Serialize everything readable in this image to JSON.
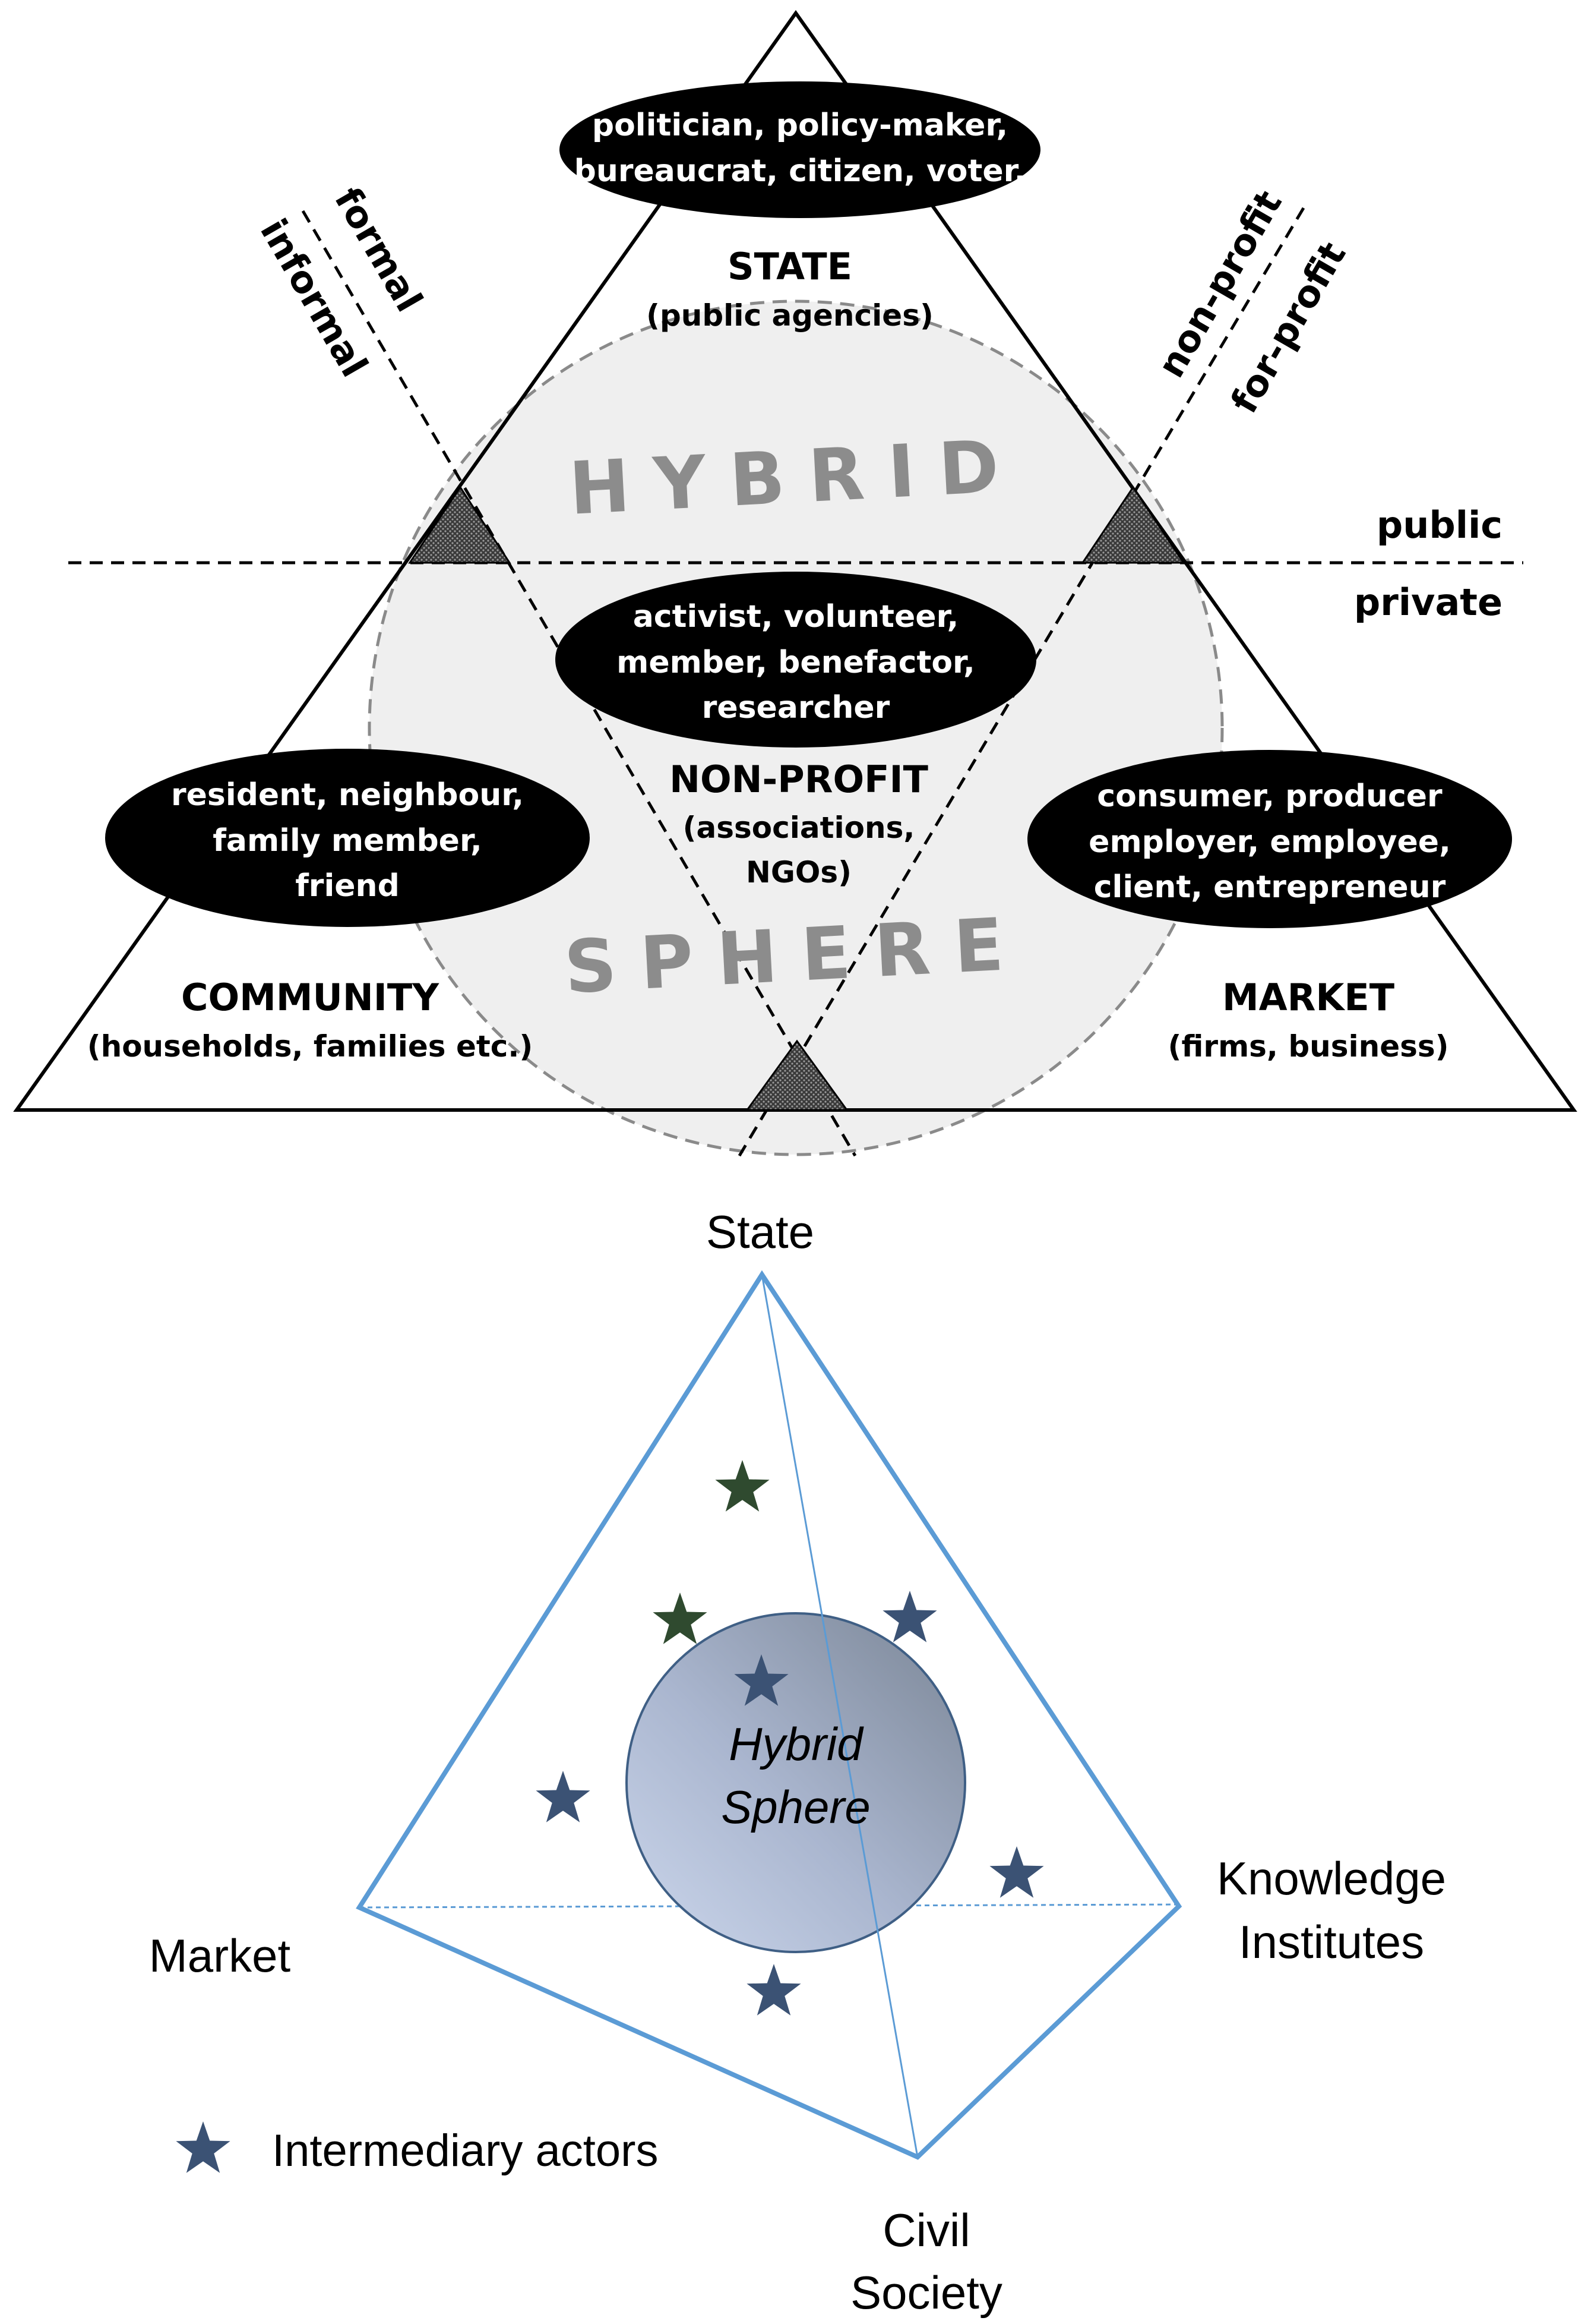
{
  "top_diagram": {
    "state": {
      "title": "STATE",
      "subtitle": "(public agencies)"
    },
    "community": {
      "title": "COMMUNITY",
      "subtitle": "(households, families etc.)"
    },
    "market": {
      "title": "MARKET",
      "subtitle": "(firms, business)"
    },
    "nonprofit": {
      "title": "NON-PROFIT",
      "subtitle_line1": "(associations,",
      "subtitle_line2": "NGOs)"
    },
    "hybrid_word": "HYBRID",
    "sphere_word": "SPHERE",
    "roles": {
      "state": [
        "politician, policy-maker,",
        "bureaucrat, citizen, voter,"
      ],
      "nonprofit": [
        "activist, volunteer,",
        "member, benefactor,",
        "researcher"
      ],
      "community": [
        "resident, neighbour,",
        "family member,",
        "friend"
      ],
      "market": [
        "consumer, producer",
        "employer, employee,",
        "client, entrepreneur"
      ]
    },
    "axis_labels": {
      "formal": "formal",
      "informal": "informal",
      "non_profit": "non-profit",
      "for_profit": "for-profit",
      "public": "public",
      "private": "private"
    }
  },
  "bottom_diagram": {
    "vertices": {
      "state": "State",
      "market": "Market",
      "knowledge_line1": "Knowledge",
      "knowledge_line2": "Institutes",
      "civil_line1": "Civil",
      "civil_line2": "Society"
    },
    "hybrid_line1": "Hybrid",
    "hybrid_line2": "Sphere",
    "legend": {
      "label": "Intermediary actors"
    },
    "colors": {
      "edge": "#5b9bd5",
      "star": "#3b5274",
      "star_green": "#2f4a2f"
    }
  }
}
